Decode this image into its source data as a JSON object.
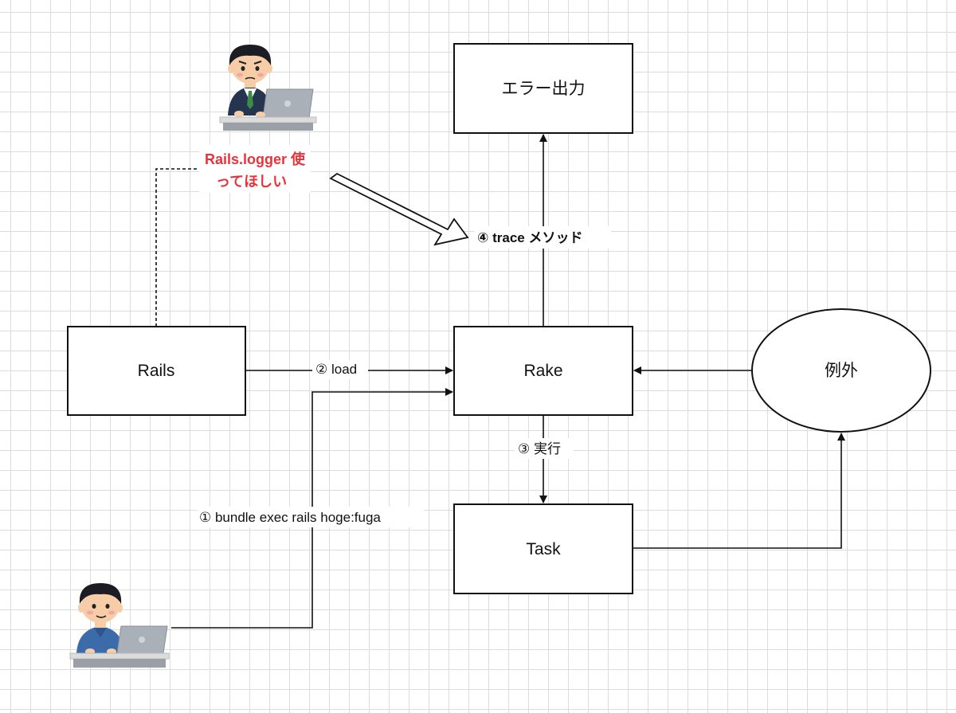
{
  "nodes": {
    "error_output": "エラー出力",
    "rails": "Rails",
    "rake": "Rake",
    "task": "Task",
    "exception": "例外"
  },
  "edges": {
    "load": "② load",
    "run": "③ 実行",
    "bundle_exec": "① bundle exec rails hoge:fuga",
    "trace": "④ trace メソッド"
  },
  "note": {
    "line1": "Rails.logger 使",
    "line2": "ってほしい"
  },
  "colors": {
    "note_text": "#e8333a",
    "grid": "#dcdcdc",
    "stroke": "#111111"
  },
  "icons": [
    "worried-businessman-laptop-icon",
    "worker-laptop-icon"
  ]
}
